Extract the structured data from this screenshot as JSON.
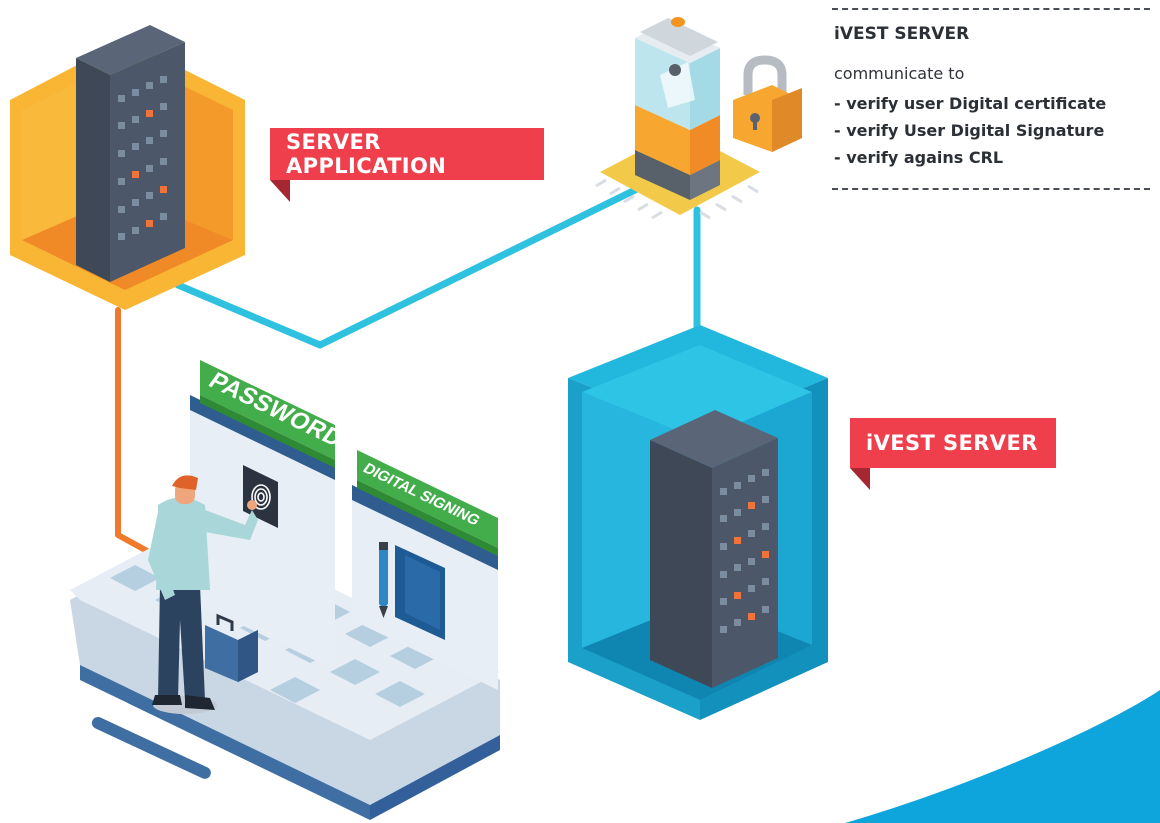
{
  "labels": {
    "server_application": "SERVER APPLICATION",
    "ivest_server": "iVEST SERVER",
    "password": "PASSWORD",
    "digital_signing": "DIGITAL SIGNING"
  },
  "info_panel": {
    "title": "iVEST SERVER",
    "intro": "communicate to",
    "items": [
      "- verify user Digital certificate",
      "- verify User Digital Signature",
      "- verify agains CRL"
    ]
  },
  "colors": {
    "label_red": "#ef3f4d",
    "server_app_orange": "#f7a530",
    "ivest_blue": "#1ba9d2",
    "link_cyan": "#2ec1e0",
    "link_orange": "#ef7a2b",
    "sign_green": "#43ad4b",
    "corner_blue": "#0d9ed9"
  },
  "icons": [
    "fingerprint-icon",
    "padlock-icon",
    "pen-icon",
    "document-icon",
    "briefcase-icon"
  ]
}
